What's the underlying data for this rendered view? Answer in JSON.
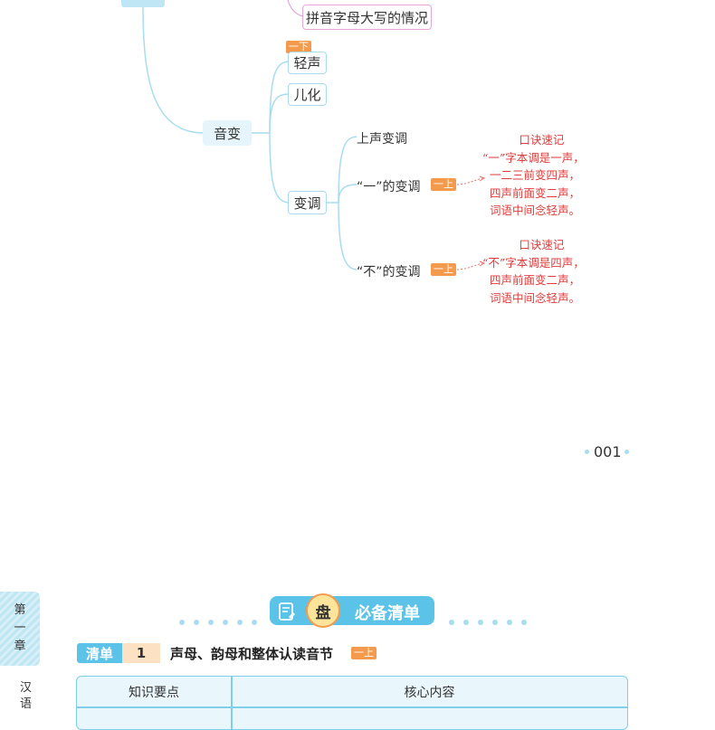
{
  "mindmap": {
    "top_node": "拼音字母大写的情况",
    "yinbian": "音变",
    "qingsheng": "轻声",
    "qingsheng_tag": "一下",
    "erhua": "儿化",
    "biandiao": "变调",
    "shangsheng": "上声变调",
    "yi_biandiao": "“一”的变调",
    "yi_tag": "一上",
    "bu_biandiao": "“不”的变调",
    "bu_tag": "一上"
  },
  "notes": {
    "yi": {
      "title": "口诀速记",
      "lines": [
        "“一”字本调是一声，",
        "一二三前变四声，",
        "四声前面变二声，",
        "词语中间念轻声。"
      ]
    },
    "bu": {
      "title": "口诀速记",
      "lines": [
        "“不”字本调是四声，",
        "四声前面变二声，",
        "词语中间念轻声。"
      ]
    }
  },
  "page_number": "001",
  "chapter": {
    "label_chars": [
      "第",
      "一",
      "章"
    ],
    "sub_chars": [
      "汉",
      "语"
    ]
  },
  "section": {
    "banner_char": "盘",
    "banner_title": "必备清单",
    "list_label": "清单",
    "list_number": "1",
    "list_title": "声母、韵母和整体认读音节",
    "list_tag": "一上",
    "table_headers": [
      "知识要点",
      "核心内容"
    ]
  },
  "colors": {
    "accent_blue": "#5cc3e8",
    "tag_orange": "#f39a4c",
    "note_red": "#e03c3c",
    "node_border": "#a9dcef"
  }
}
